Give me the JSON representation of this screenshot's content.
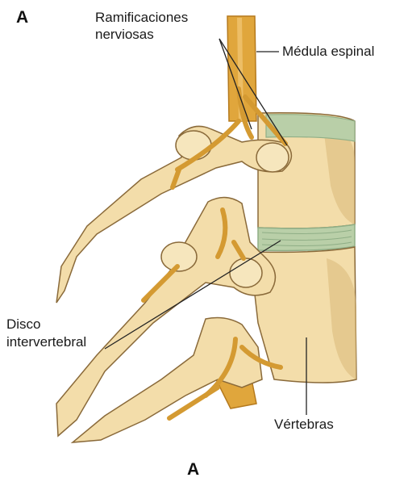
{
  "figure": {
    "panel_letter_top": "A",
    "panel_letter_bottom": "A"
  },
  "labels": {
    "nerve_branches": [
      "Ramificaciones",
      "nerviosas"
    ],
    "spinal_cord": "Médula espinal",
    "disc": [
      "Disco",
      "intervertebral"
    ],
    "vertebrae": "Vértebras"
  },
  "colors": {
    "bone": "#f3ddaa",
    "bone_shadow": "#d9b878",
    "outline": "#8a6a3a",
    "cord": "#e0a63c",
    "cord_dark": "#b57a1e",
    "disc": "#b9cfa8",
    "disc_dark": "#8fae86",
    "leader": "#222222"
  }
}
